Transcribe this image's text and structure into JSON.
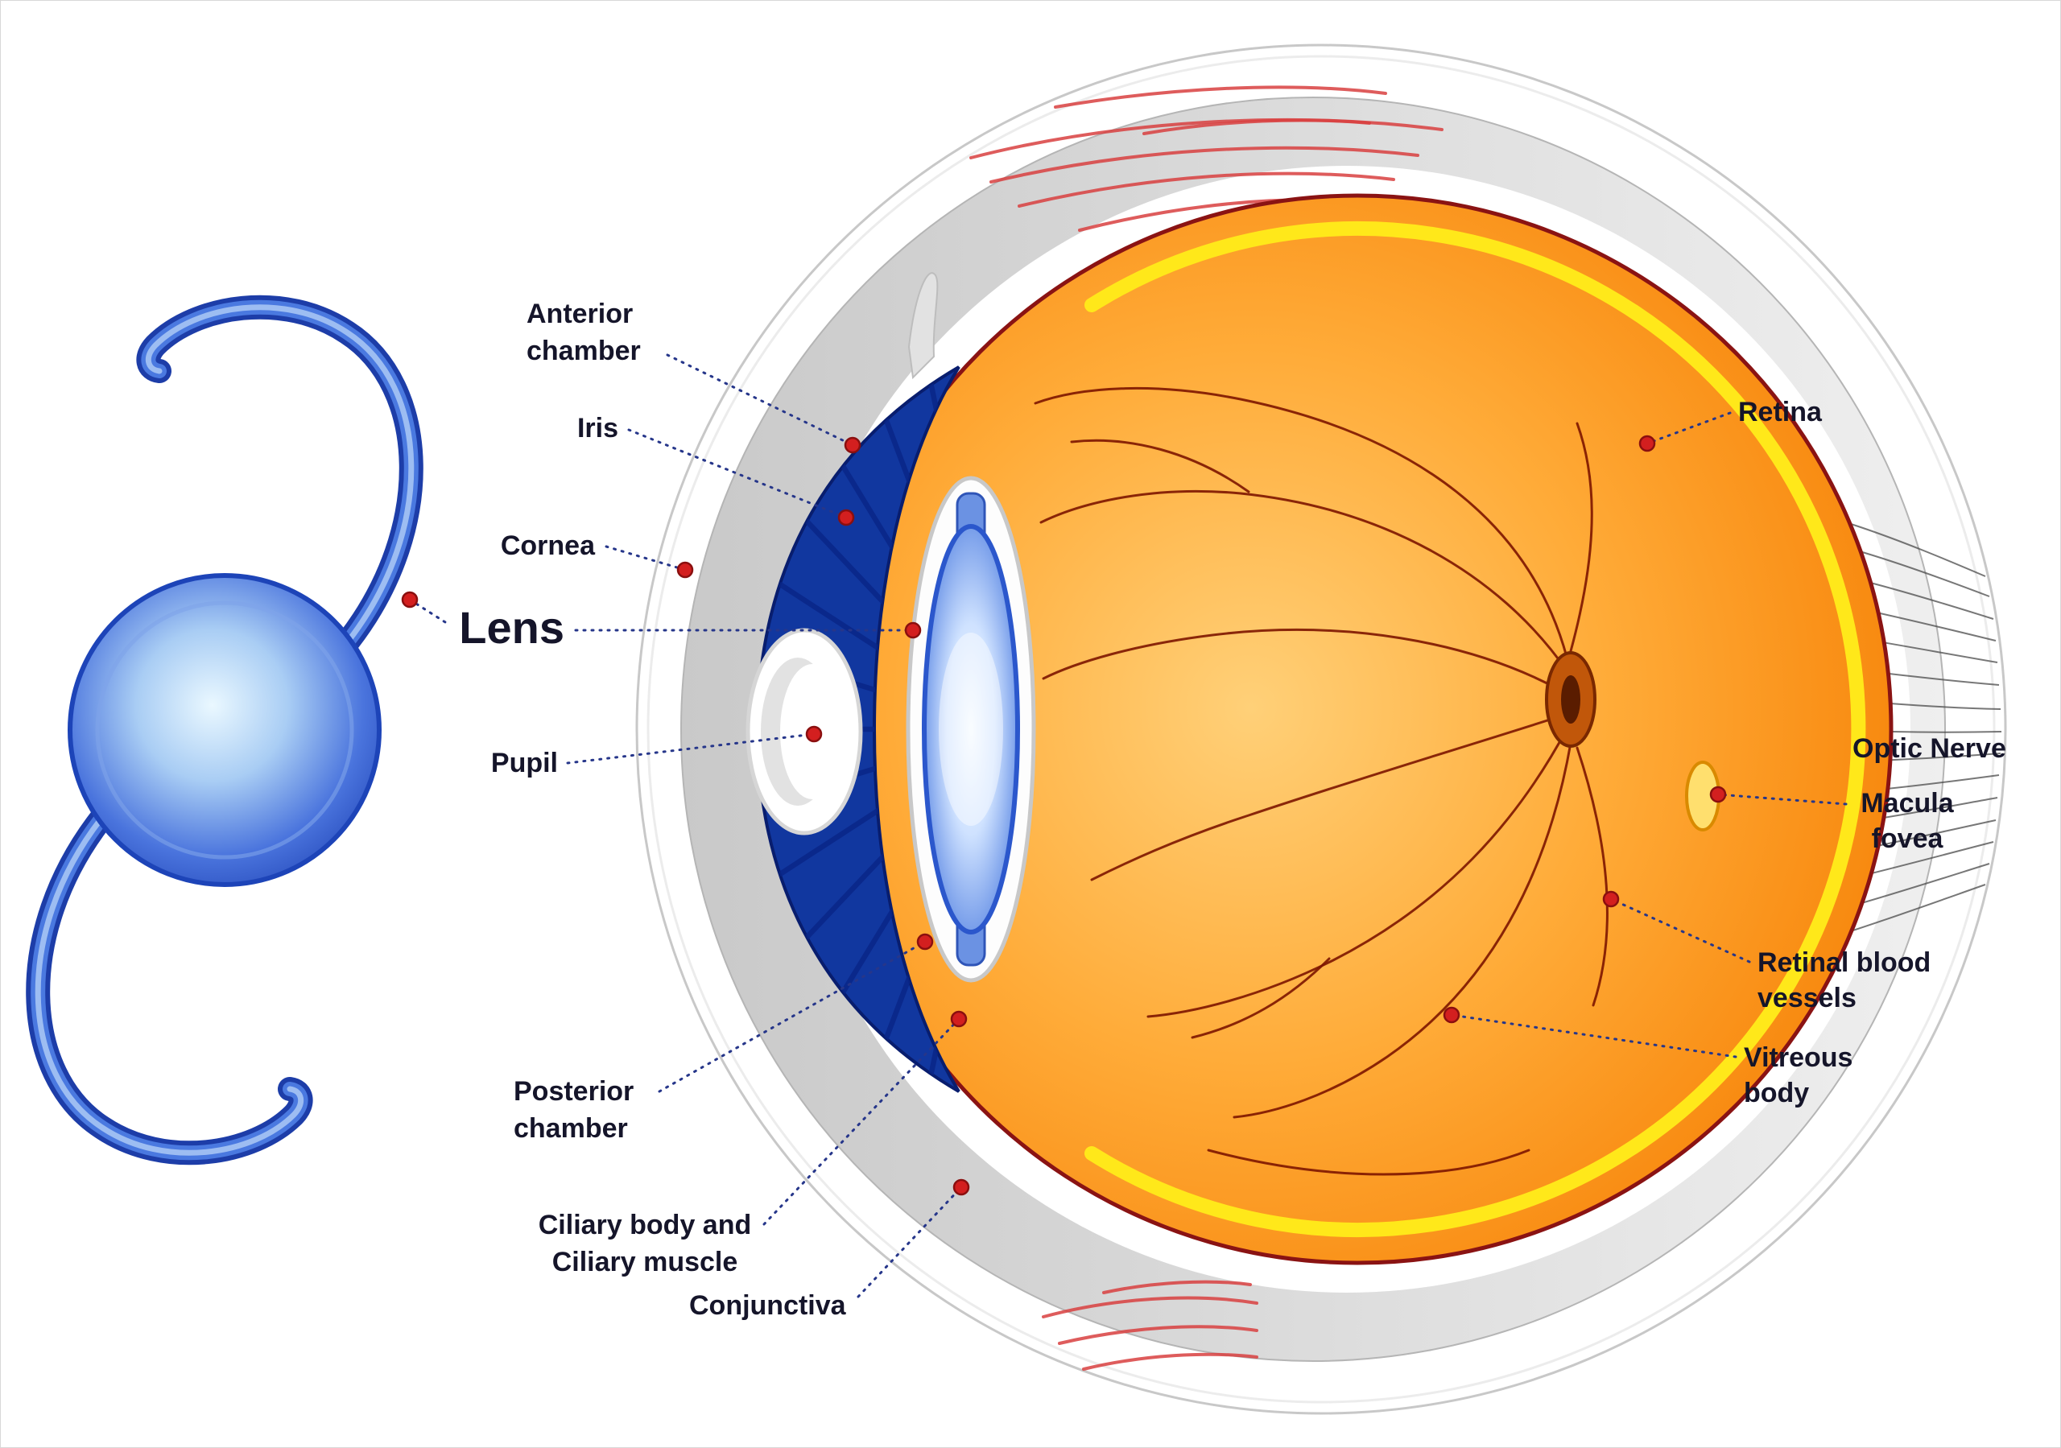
{
  "labels": {
    "anterior_chamber": {
      "line1": "Anterior",
      "line2": "chamber"
    },
    "iris": {
      "text": "Iris"
    },
    "cornea": {
      "text": "Cornea"
    },
    "lens": {
      "text": "Lens"
    },
    "pupil": {
      "text": "Pupil"
    },
    "posterior_chamber": {
      "line1": "Posterior",
      "line2": "chamber"
    },
    "ciliary_body": {
      "line1": "Ciliary body and",
      "line2": "Ciliary muscle"
    },
    "conjunctiva": {
      "text": "Conjunctiva"
    },
    "retina": {
      "text": "Retina"
    },
    "optic_nerve": {
      "text": "Optic Nerve"
    },
    "macula_fovea": {
      "line1": "Macula",
      "line2": "fovea"
    },
    "retinal_blood_vessels": {
      "line1": "Retinal blood",
      "line2": "vessels"
    },
    "vitreous_body": {
      "line1": "Vitreous",
      "line2": "body"
    }
  },
  "colors": {
    "sclera_gray": "#d9d9d9",
    "globe_orange": "#f57d00",
    "globe_highlight": "#ffcf6e",
    "retina_yellow": "#ffe81a",
    "iris_blue": "#11379f",
    "lens_blue": "#2b57cc",
    "vessel_red": "#7d1500",
    "episcleral_red": "#d84040",
    "marker_red": "#d31f1f",
    "leader_navy": "#26368a",
    "label_text": "#15152a",
    "optic_disc_orange": "#c1570a",
    "macula_yellow": "#ffdf6e"
  }
}
